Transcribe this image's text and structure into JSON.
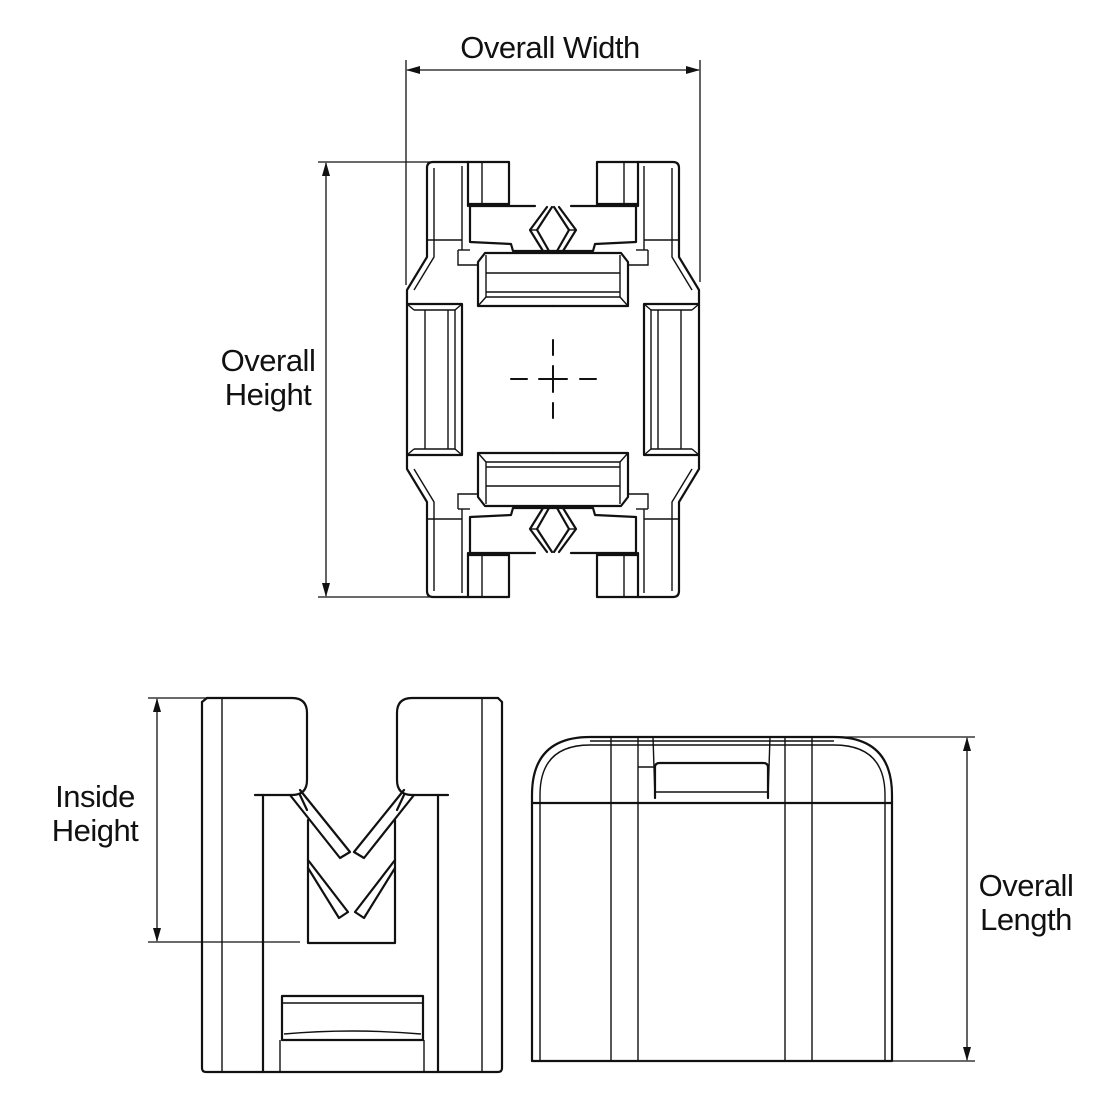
{
  "labels": {
    "overall_width": "Overall Width",
    "overall_height": [
      "Overall",
      "Height"
    ],
    "inside_height": [
      "Inside",
      "Height"
    ],
    "overall_length": [
      "Overall",
      "Length"
    ]
  },
  "colors": {
    "line": "#111111",
    "background": "#ffffff"
  }
}
